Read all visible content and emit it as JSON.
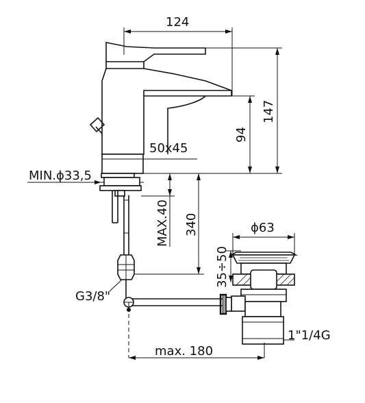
{
  "dimensions": {
    "width_top": "124",
    "total_height": "147",
    "spout_height": "94",
    "base": "50x45",
    "min_hole": "MIN.ϕ33,5",
    "max_thickness": "MAX.40",
    "hose_length": "340",
    "drain_diameter": "ϕ63",
    "drain_range": "35÷50",
    "connection": "G3/8\"",
    "drain_thread": "1\"1/4G",
    "max_reach": "max. 180"
  }
}
